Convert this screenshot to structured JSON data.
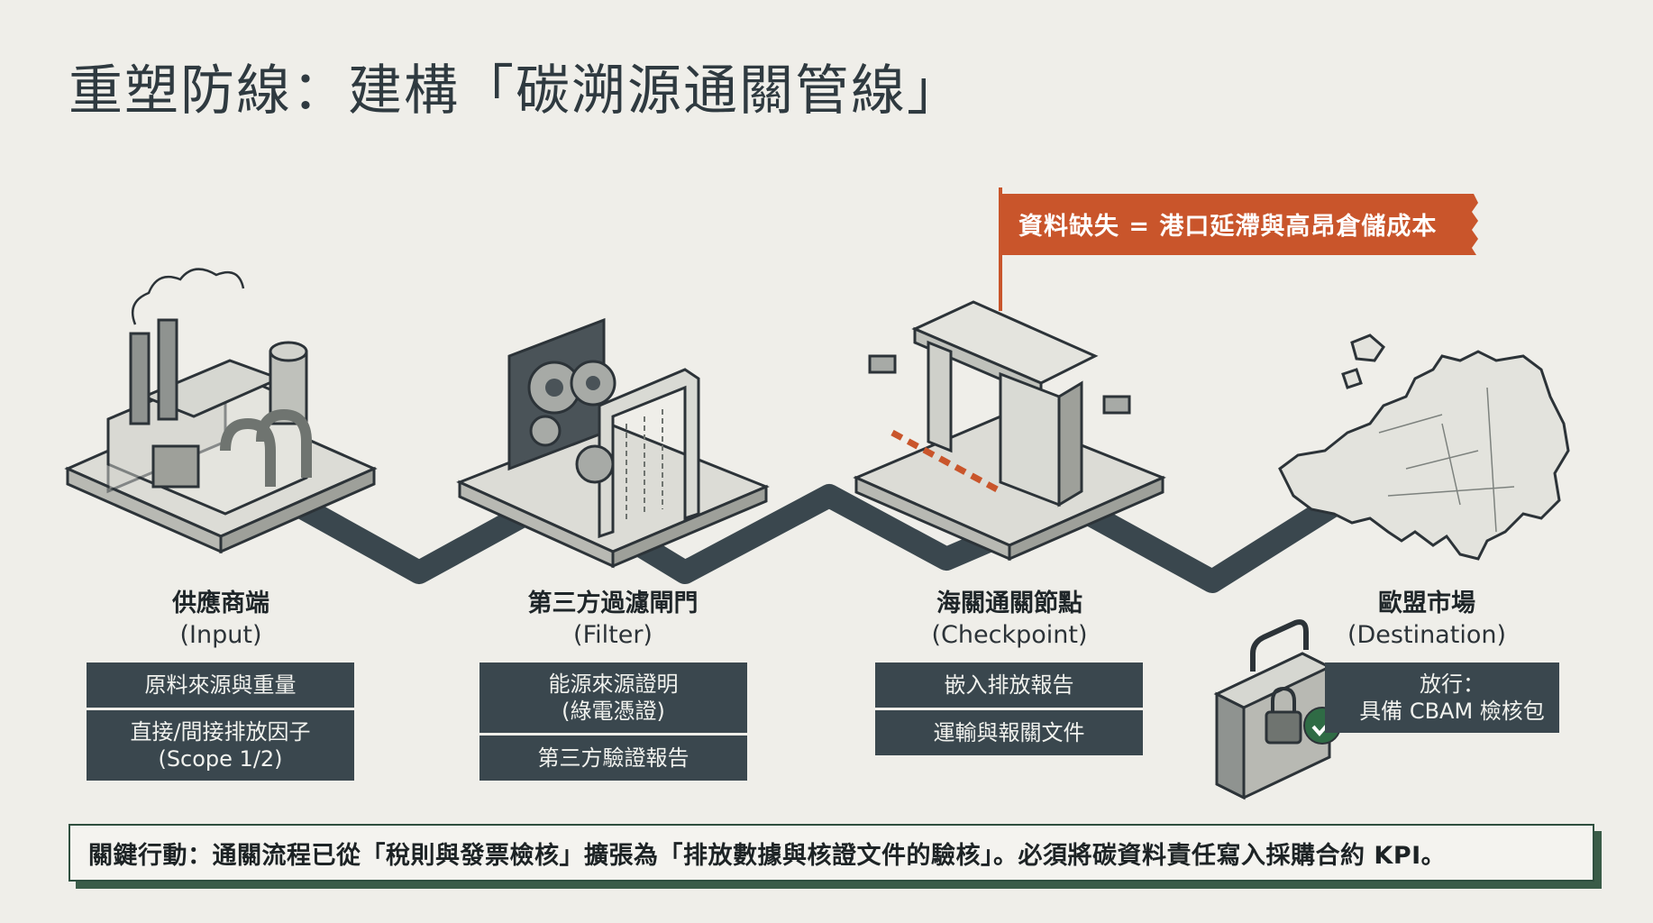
{
  "title": "重塑防線：建構「碳溯源通關管線」",
  "flag": {
    "text": "資料缺失 = 港口延滯與高昂倉儲成本",
    "color": "#c9552b"
  },
  "stages": [
    {
      "name": "供應商端",
      "en": "(Input)",
      "boxes": [
        {
          "lines": [
            "原料來源與重量"
          ]
        },
        {
          "lines": [
            "直接/間接排放因子",
            "(Scope 1/2)"
          ]
        }
      ]
    },
    {
      "name": "第三方過濾閘門",
      "en": "(Filter)",
      "boxes": [
        {
          "lines": [
            "能源來源證明",
            "(綠電憑證)"
          ]
        },
        {
          "lines": [
            "第三方驗證報告"
          ]
        }
      ]
    },
    {
      "name": "海關通關節點",
      "en": "(Checkpoint)",
      "boxes": [
        {
          "lines": [
            "嵌入排放報告"
          ]
        },
        {
          "lines": [
            "運輸與報關文件"
          ]
        }
      ]
    },
    {
      "name": "歐盟市場",
      "en": "(Destination)",
      "boxes": [
        {
          "lines": [
            "放行：",
            "具備 CBAM 檢核包"
          ]
        }
      ]
    }
  ],
  "kpi": "關鍵行動：通關流程已從「稅則與發票檢核」擴張為「排放數據與核證文件的驗核」。必須將碳資料責任寫入採購合約 KPI。",
  "colors": {
    "pipe": "#3a474e",
    "box": "#3a474e",
    "accent_green": "#2f6b45",
    "flag": "#c9552b"
  },
  "icons": [
    "factory-icon",
    "gear-filter-icon",
    "customs-gate-icon",
    "europe-map-icon",
    "briefcase-lock-icon",
    "check-icon"
  ]
}
